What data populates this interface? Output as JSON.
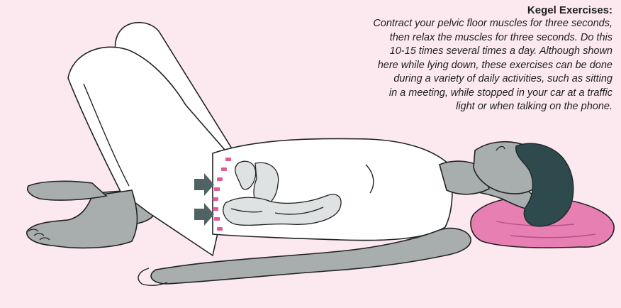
{
  "caption": {
    "title": "Kegel Exercises:",
    "lines": [
      "Contract your pelvic floor muscles for three seconds,",
      "then relax the muscles for three seconds.  Do this",
      "10-15 times several times a day.  Although shown",
      "here while lying down, these exercises can be done",
      "during a variety of daily activities, such as sitting",
      "in a meeting, while stopped in your car at a traffic",
      "light or when talking on the phone."
    ]
  },
  "colors": {
    "background": "#fbe9ef",
    "skin": "#a8adad",
    "hair": "#2f4a4c",
    "clothing": "#ffffff",
    "outline": "#222222",
    "pillow": "#e77fb3",
    "muscle_dashes": "#e35a98",
    "arrows": "#506364",
    "organs": "#b6bcbc"
  },
  "icons": {
    "contraction-arrows": "arrow-right",
    "pelvic-floor": "dashed-arc"
  }
}
